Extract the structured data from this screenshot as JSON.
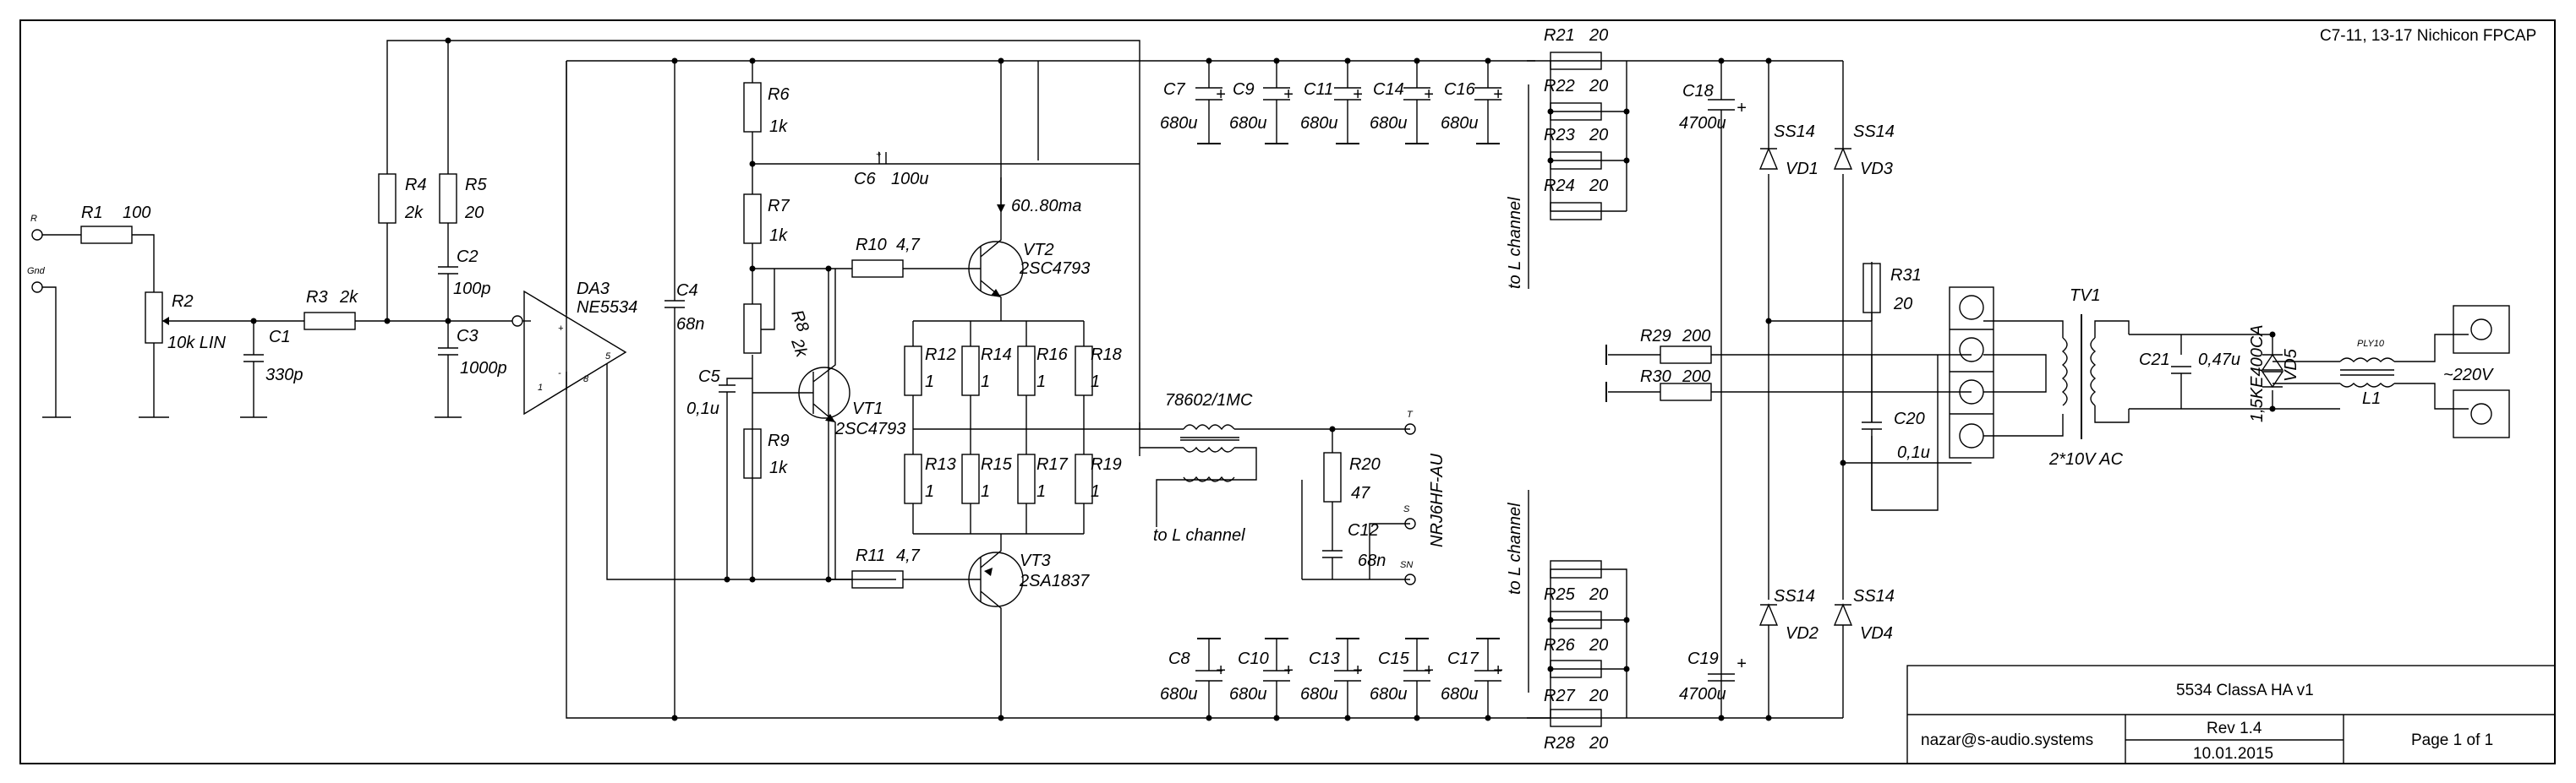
{
  "note": "C7-11, 13-17 Nichicon FPCAP",
  "title_block": {
    "title": "5534 ClassA HA v1",
    "author": "nazar@s-audio.systems",
    "rev": "Rev 1.4",
    "date": "10.01.2015",
    "page": "Page 1 of 1"
  },
  "inputs": {
    "r": "R",
    "gnd": "Gnd"
  },
  "resistors": {
    "R1": {
      "ref": "R1",
      "val": "100"
    },
    "R2": {
      "ref": "R2",
      "val": "10k LIN"
    },
    "R3": {
      "ref": "R3",
      "val": "2k"
    },
    "R4": {
      "ref": "R4",
      "val": "2k"
    },
    "R5": {
      "ref": "R5",
      "val": "20"
    },
    "R6": {
      "ref": "R6",
      "val": "1k"
    },
    "R7": {
      "ref": "R7",
      "val": "1k"
    },
    "R8": {
      "ref": "R8",
      "val": "2k"
    },
    "R9": {
      "ref": "R9",
      "val": "1k"
    },
    "R10": {
      "ref": "R10",
      "val": "4,7"
    },
    "R11": {
      "ref": "R11",
      "val": "4,7"
    },
    "R12": {
      "ref": "R12",
      "val": "1"
    },
    "R13": {
      "ref": "R13",
      "val": "1"
    },
    "R14": {
      "ref": "R14",
      "val": "1"
    },
    "R15": {
      "ref": "R15",
      "val": "1"
    },
    "R16": {
      "ref": "R16",
      "val": "1"
    },
    "R17": {
      "ref": "R17",
      "val": "1"
    },
    "R18": {
      "ref": "R18",
      "val": "1"
    },
    "R19": {
      "ref": "R19",
      "val": "1"
    },
    "R20": {
      "ref": "R20",
      "val": "47"
    },
    "R21": {
      "ref": "R21",
      "val": "20"
    },
    "R22": {
      "ref": "R22",
      "val": "20"
    },
    "R23": {
      "ref": "R23",
      "val": "20"
    },
    "R24": {
      "ref": "R24",
      "val": "20"
    },
    "R25": {
      "ref": "R25",
      "val": "20"
    },
    "R26": {
      "ref": "R26",
      "val": "20"
    },
    "R27": {
      "ref": "R27",
      "val": "20"
    },
    "R28": {
      "ref": "R28",
      "val": "20"
    },
    "R29": {
      "ref": "R29",
      "val": "200"
    },
    "R30": {
      "ref": "R30",
      "val": "200"
    },
    "R31": {
      "ref": "R31",
      "val": "20"
    }
  },
  "capacitors": {
    "C1": {
      "ref": "C1",
      "val": "330p"
    },
    "C2": {
      "ref": "C2",
      "val": "100p"
    },
    "C3": {
      "ref": "C3",
      "val": "1000p"
    },
    "C4": {
      "ref": "C4",
      "val": "68n"
    },
    "C5": {
      "ref": "C5",
      "val": "0,1u"
    },
    "C6": {
      "ref": "C6",
      "val": "100u"
    },
    "C7": {
      "ref": "C7",
      "val": "680u"
    },
    "C8": {
      "ref": "C8",
      "val": "680u"
    },
    "C9": {
      "ref": "C9",
      "val": "680u"
    },
    "C10": {
      "ref": "C10",
      "val": "680u"
    },
    "C11": {
      "ref": "C11",
      "val": "680u"
    },
    "C12": {
      "ref": "C12",
      "val": "68n"
    },
    "C13": {
      "ref": "C13",
      "val": "680u"
    },
    "C14": {
      "ref": "C14",
      "val": "680u"
    },
    "C15": {
      "ref": "C15",
      "val": "680u"
    },
    "C16": {
      "ref": "C16",
      "val": "680u"
    },
    "C17": {
      "ref": "C17",
      "val": "680u"
    },
    "C18": {
      "ref": "C18",
      "val": "4700u"
    },
    "C19": {
      "ref": "C19",
      "val": "4700u"
    },
    "C20": {
      "ref": "C20",
      "val": "0,1u"
    },
    "C21": {
      "ref": "C21",
      "val": "0,47u"
    }
  },
  "transistors": {
    "VT1": {
      "ref": "VT1",
      "val": "2SC4793"
    },
    "VT2": {
      "ref": "VT2",
      "val": "2SC4793"
    },
    "VT3": {
      "ref": "VT3",
      "val": "2SA1837"
    }
  },
  "opamp": {
    "ref": "DA3",
    "val": "NE5534",
    "pin_plus": "+",
    "pin_minus": "-",
    "pin1": "1",
    "pin8": "8",
    "pin5": "5"
  },
  "diodes": {
    "VD1": "VD1",
    "VD2": "VD2",
    "VD3": "VD3",
    "VD4": "VD4",
    "part": "SS14",
    "VD5": "VD5",
    "VD5_val": "1,5KE400CA"
  },
  "current_note": "60..80ma",
  "choke": {
    "ref": "78602/1MC",
    "to_l": "to L channel"
  },
  "to_l_channel": "to L channel",
  "jack": {
    "ref": "NRJ6HF-AU",
    "t": "T",
    "s": "S",
    "sn": "SN"
  },
  "transformer": {
    "ref": "TV1",
    "val": "2*10V AC"
  },
  "filter": {
    "ref": "L1",
    "val": "PLY10"
  },
  "mains": "~220V",
  "plus": "+"
}
